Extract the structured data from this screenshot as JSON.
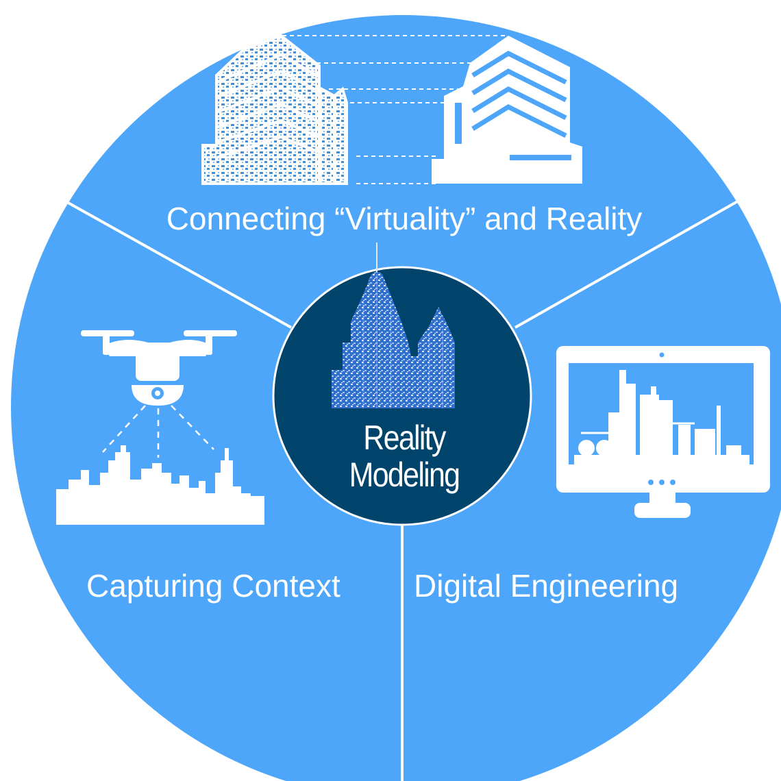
{
  "diagram": {
    "center": {
      "line1": "Reality",
      "line2": "Modeling"
    },
    "segments": [
      {
        "id": "top",
        "label": "Connecting “Virtuality” and Reality",
        "icon": "buildings-icon"
      },
      {
        "id": "left",
        "label": "Capturing Context",
        "icon": "drone-skyline-icon"
      },
      {
        "id": "right",
        "label": "Digital Engineering",
        "icon": "monitor-plant-icon"
      }
    ]
  },
  "colors": {
    "circle": "#4da6fa",
    "center": "#00446c",
    "divider": "#ffffff",
    "icon": "#ffffff",
    "speckle": "#3f8fd9",
    "tower": "#2f6fd0"
  }
}
